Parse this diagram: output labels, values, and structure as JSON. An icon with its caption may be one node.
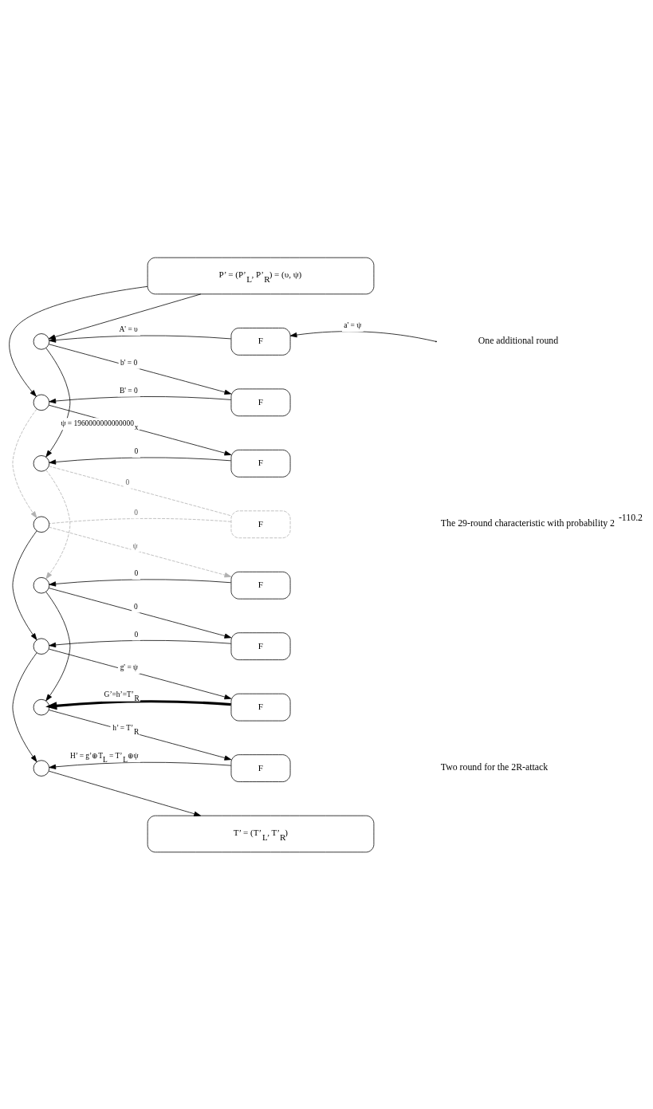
{
  "diagram": {
    "nodes": [
      {
        "text": [
          "P’ = (P’$_{L}$, P’$_{R}$) = (υ, ψ)"
        ]
      },
      {
        "text": [
          "F"
        ]
      },
      {
        "text": [],
        "shape": "circle"
      },
      {
        "text": [
          "F"
        ]
      },
      {
        "text": [],
        "shape": "circle"
      },
      {
        "text": [
          "F"
        ]
      },
      {
        "text": [],
        "shape": "circle"
      },
      {
        "text": [
          "F"
        ]
      },
      {
        "text": [],
        "shape": "circle"
      },
      {
        "text": [
          "F"
        ]
      },
      {
        "text": [],
        "shape": "circle"
      },
      {
        "text": [
          "F"
        ]
      },
      {
        "text": [],
        "shape": "circle"
      },
      {
        "text": [
          "F"
        ]
      },
      {
        "text": [],
        "shape": "circle"
      },
      {
        "text": [
          "F"
        ]
      },
      {
        "text": [],
        "shape": "circle"
      },
      {
        "text": [
          "T’ = (T’$_{L}$, T’$_{R}$)"
        ]
      }
    ],
    "edges": [
      {
        "from": 0,
        "to": 2,
        "arrow": "to"
      },
      {
        "from": null,
        "to": 1,
        "arrow": "to",
        "label": "a' = ψ"
      },
      {
        "from": 1,
        "to": 2,
        "arrow": "to",
        "label": "A' = υ"
      },
      {
        "from": 0,
        "to": 4,
        "arrow": "to"
      },
      {
        "from": 2,
        "to": 3,
        "arrow": "to",
        "label": "b' = 0"
      },
      {
        "from": 3,
        "to": 4,
        "arrow": "to",
        "label": "B' = 0"
      },
      {
        "from": 2,
        "to": 6,
        "arrow": "to"
      },
      {
        "from": 4,
        "to": 5,
        "arrow": "to",
        "label": "ψ = 1960000000000000$_{x}$"
      },
      {
        "from": 5,
        "to": 6,
        "arrow": "to",
        "label": "0"
      },
      {
        "from": 4,
        "to": 8,
        "arrow": "to",
        "style": "dashed",
        "color": "#b0b0b0"
      },
      {
        "from": 6,
        "to": 7,
        "arrow": "none",
        "label": "0",
        "style": "dashed",
        "color": "#b0b0b0"
      },
      {
        "from": 7,
        "to": 8,
        "arrow": "none",
        "label": "0",
        "style": "dashed",
        "color": "#b0b0b0"
      },
      {
        "from": 6,
        "to": 10,
        "arrow": "to",
        "style": "dashed",
        "color": "#b0b0b0"
      },
      {
        "from": 8,
        "to": 9,
        "arrow": "to",
        "label": "ψ",
        "style": "dashed",
        "color": "#b0b0b0"
      },
      {
        "from": 9,
        "to": 10,
        "arrow": "to",
        "label": "0"
      },
      {
        "from": 8,
        "to": 12,
        "arrow": "to"
      },
      {
        "from": 10,
        "to": 11,
        "arrow": "to",
        "label": "0"
      },
      {
        "from": 11,
        "to": 12,
        "arrow": "to",
        "label": "0"
      },
      {
        "from": 10,
        "to": 14,
        "arrow": "to"
      },
      {
        "from": 12,
        "to": 13,
        "arrow": "to",
        "label": "g' = ψ"
      },
      {
        "from": 13,
        "to": 14,
        "arrow": "to",
        "label": "G’=h’=T’$_{R}$",
        "style": "thick"
      },
      {
        "from": 12,
        "to": 16,
        "arrow": "to"
      },
      {
        "from": 14,
        "to": 15,
        "arrow": "to",
        "label": "h’ = T’$_{R}$"
      },
      {
        "from": 15,
        "to": 16,
        "arrow": "to",
        "label": "H’ = g’⊕T$_{L}$ = T’$_{L}$⊕ψ"
      },
      {
        "from": 16,
        "to": 17,
        "arrow": "to"
      }
    ],
    "labels": [
      "One additional round",
      "The 29-round characteristic with probability 2$^{-110.2}$",
      "Two round for the 2R-attack"
    ]
  }
}
